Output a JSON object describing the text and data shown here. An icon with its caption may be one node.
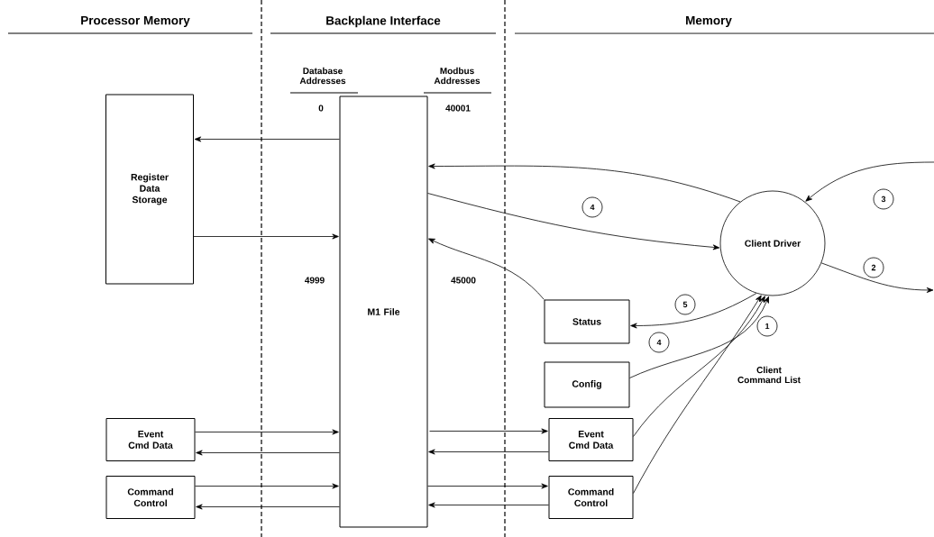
{
  "diagram": {
    "nodes": [
      {
        "text": [
          "Register Data Storage"
        ]
      },
      {
        "text": [
          "M1 File"
        ]
      },
      {
        "text": [
          "Client Driver"
        ]
      },
      {
        "text": [
          "Status"
        ]
      },
      {
        "text": [
          "Config"
        ]
      },
      {
        "text": [
          "Event Cmd Data"
        ]
      },
      {
        "text": [
          "Command Control"
        ]
      },
      {
        "text": [
          "Event Cmd Data"
        ]
      },
      {
        "text": [
          "Command Control"
        ]
      },
      {
        "text": [
          "3"
        ]
      },
      {
        "text": [
          "4"
        ]
      },
      {
        "text": [
          "2"
        ]
      },
      {
        "text": [
          "5"
        ]
      },
      {
        "text": [
          "1"
        ]
      },
      {
        "text": [
          "4"
        ]
      }
    ],
    "edges": [
      {
        "from": 1,
        "to": 0,
        "arrow": "to"
      },
      {
        "from": 0,
        "to": 1,
        "arrow": "to"
      },
      {
        "from": 2,
        "to": 1,
        "arrow": "to"
      },
      {
        "from": 1,
        "to": 2,
        "arrow": "to"
      },
      {
        "from": 3,
        "to": 1,
        "arrow": "to"
      },
      {
        "from": 2,
        "to": 3,
        "arrow": "to"
      },
      {
        "from": 4,
        "to": 2,
        "arrow": "to"
      },
      {
        "from": 7,
        "to": 2,
        "arrow": "to"
      },
      {
        "from": 8,
        "to": 2,
        "arrow": "to"
      },
      {
        "from": 5,
        "to": 1,
        "arrow": "to"
      },
      {
        "from": 1,
        "to": 5,
        "arrow": "to"
      },
      {
        "from": 6,
        "to": 1,
        "arrow": "to"
      },
      {
        "from": 1,
        "to": 6,
        "arrow": "to"
      },
      {
        "from": 1,
        "to": 7,
        "arrow": "to"
      },
      {
        "from": 7,
        "to": 1,
        "arrow": "to"
      },
      {
        "from": 1,
        "to": 8,
        "arrow": "to"
      },
      {
        "from": 8,
        "to": 1,
        "arrow": "to"
      },
      {
        "from": null,
        "to": 2,
        "arrow": "to"
      },
      {
        "from": 2,
        "to": null,
        "arrow": "to"
      }
    ],
    "labels": [
      "Processor Memory",
      "Backplane Interface",
      "Memory",
      "Database Addresses",
      "Modbus Addresses",
      "0",
      "40001",
      "4999",
      "45000",
      "Client Command List"
    ]
  }
}
